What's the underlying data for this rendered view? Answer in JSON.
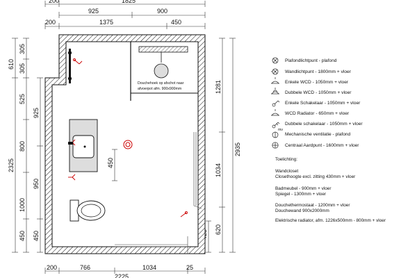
{
  "dimensions": {
    "top_row1": [
      "200",
      "1825"
    ],
    "top_row2": [
      "925",
      "900"
    ],
    "top_row3": [
      "200",
      "1375",
      "450"
    ],
    "bottom_row1": [
      "200",
      "766",
      "1034",
      "25"
    ],
    "bottom_row2": "2225",
    "left_outer": [
      "610",
      "2325"
    ],
    "left_inner": [
      "305",
      "305",
      "525",
      "800",
      "1000",
      "450"
    ],
    "left_inside": [
      "925",
      "950",
      "450"
    ],
    "right_outer": "2935",
    "right_inner": [
      "1281",
      "1034",
      "620",
      "425"
    ],
    "shower_label": "450"
  },
  "shower_note": {
    "line1": "Douchehoek op afschot naar",
    "line2": "afvoerpot afm. 900x900mm"
  },
  "legend": [
    {
      "icon": "ceiling-light-icon",
      "label": "Plafondlichtpunt - plafond"
    },
    {
      "icon": "wall-light-icon",
      "label": "Wandlichtpunt - 1800mm + vloer"
    },
    {
      "icon": "single-outlet-icon",
      "label": "Enkele WCD - 1050mm + vloer"
    },
    {
      "icon": "double-outlet-icon",
      "label": "Dubbele WCD - 1050mm + vloer"
    },
    {
      "icon": "single-switch-icon",
      "label": "Enkele Schakelaar - 1050mm + vloer"
    },
    {
      "icon": "radiator-outlet-icon",
      "label": "WCD Radiator - 650mm + vloer"
    },
    {
      "icon": "double-switch-icon",
      "label": "Dubbele schakelaar - 1050mm + vloer"
    },
    {
      "icon": "ventilation-icon",
      "label": "Mechanische ventilatie - plafond"
    },
    {
      "icon": "ground-point-icon",
      "label": "Centraal Aardpunt - 1600mm + vloer"
    }
  ],
  "ventilation_badge": "mv",
  "notes_title": "Toelichting:",
  "notes": [
    "Wandcloset",
    "Closethoogte excl. zitting 430mm + vloer",
    "Badmeubel - 900mm + vloer",
    "Spiegel - 1300mm + vloer",
    "Douchethermostaat - 1200mm + vloer",
    "Douchewand 900x2000mm",
    "Elektrische radiator, afm. 1226x500mm - 800mm + vloer"
  ]
}
